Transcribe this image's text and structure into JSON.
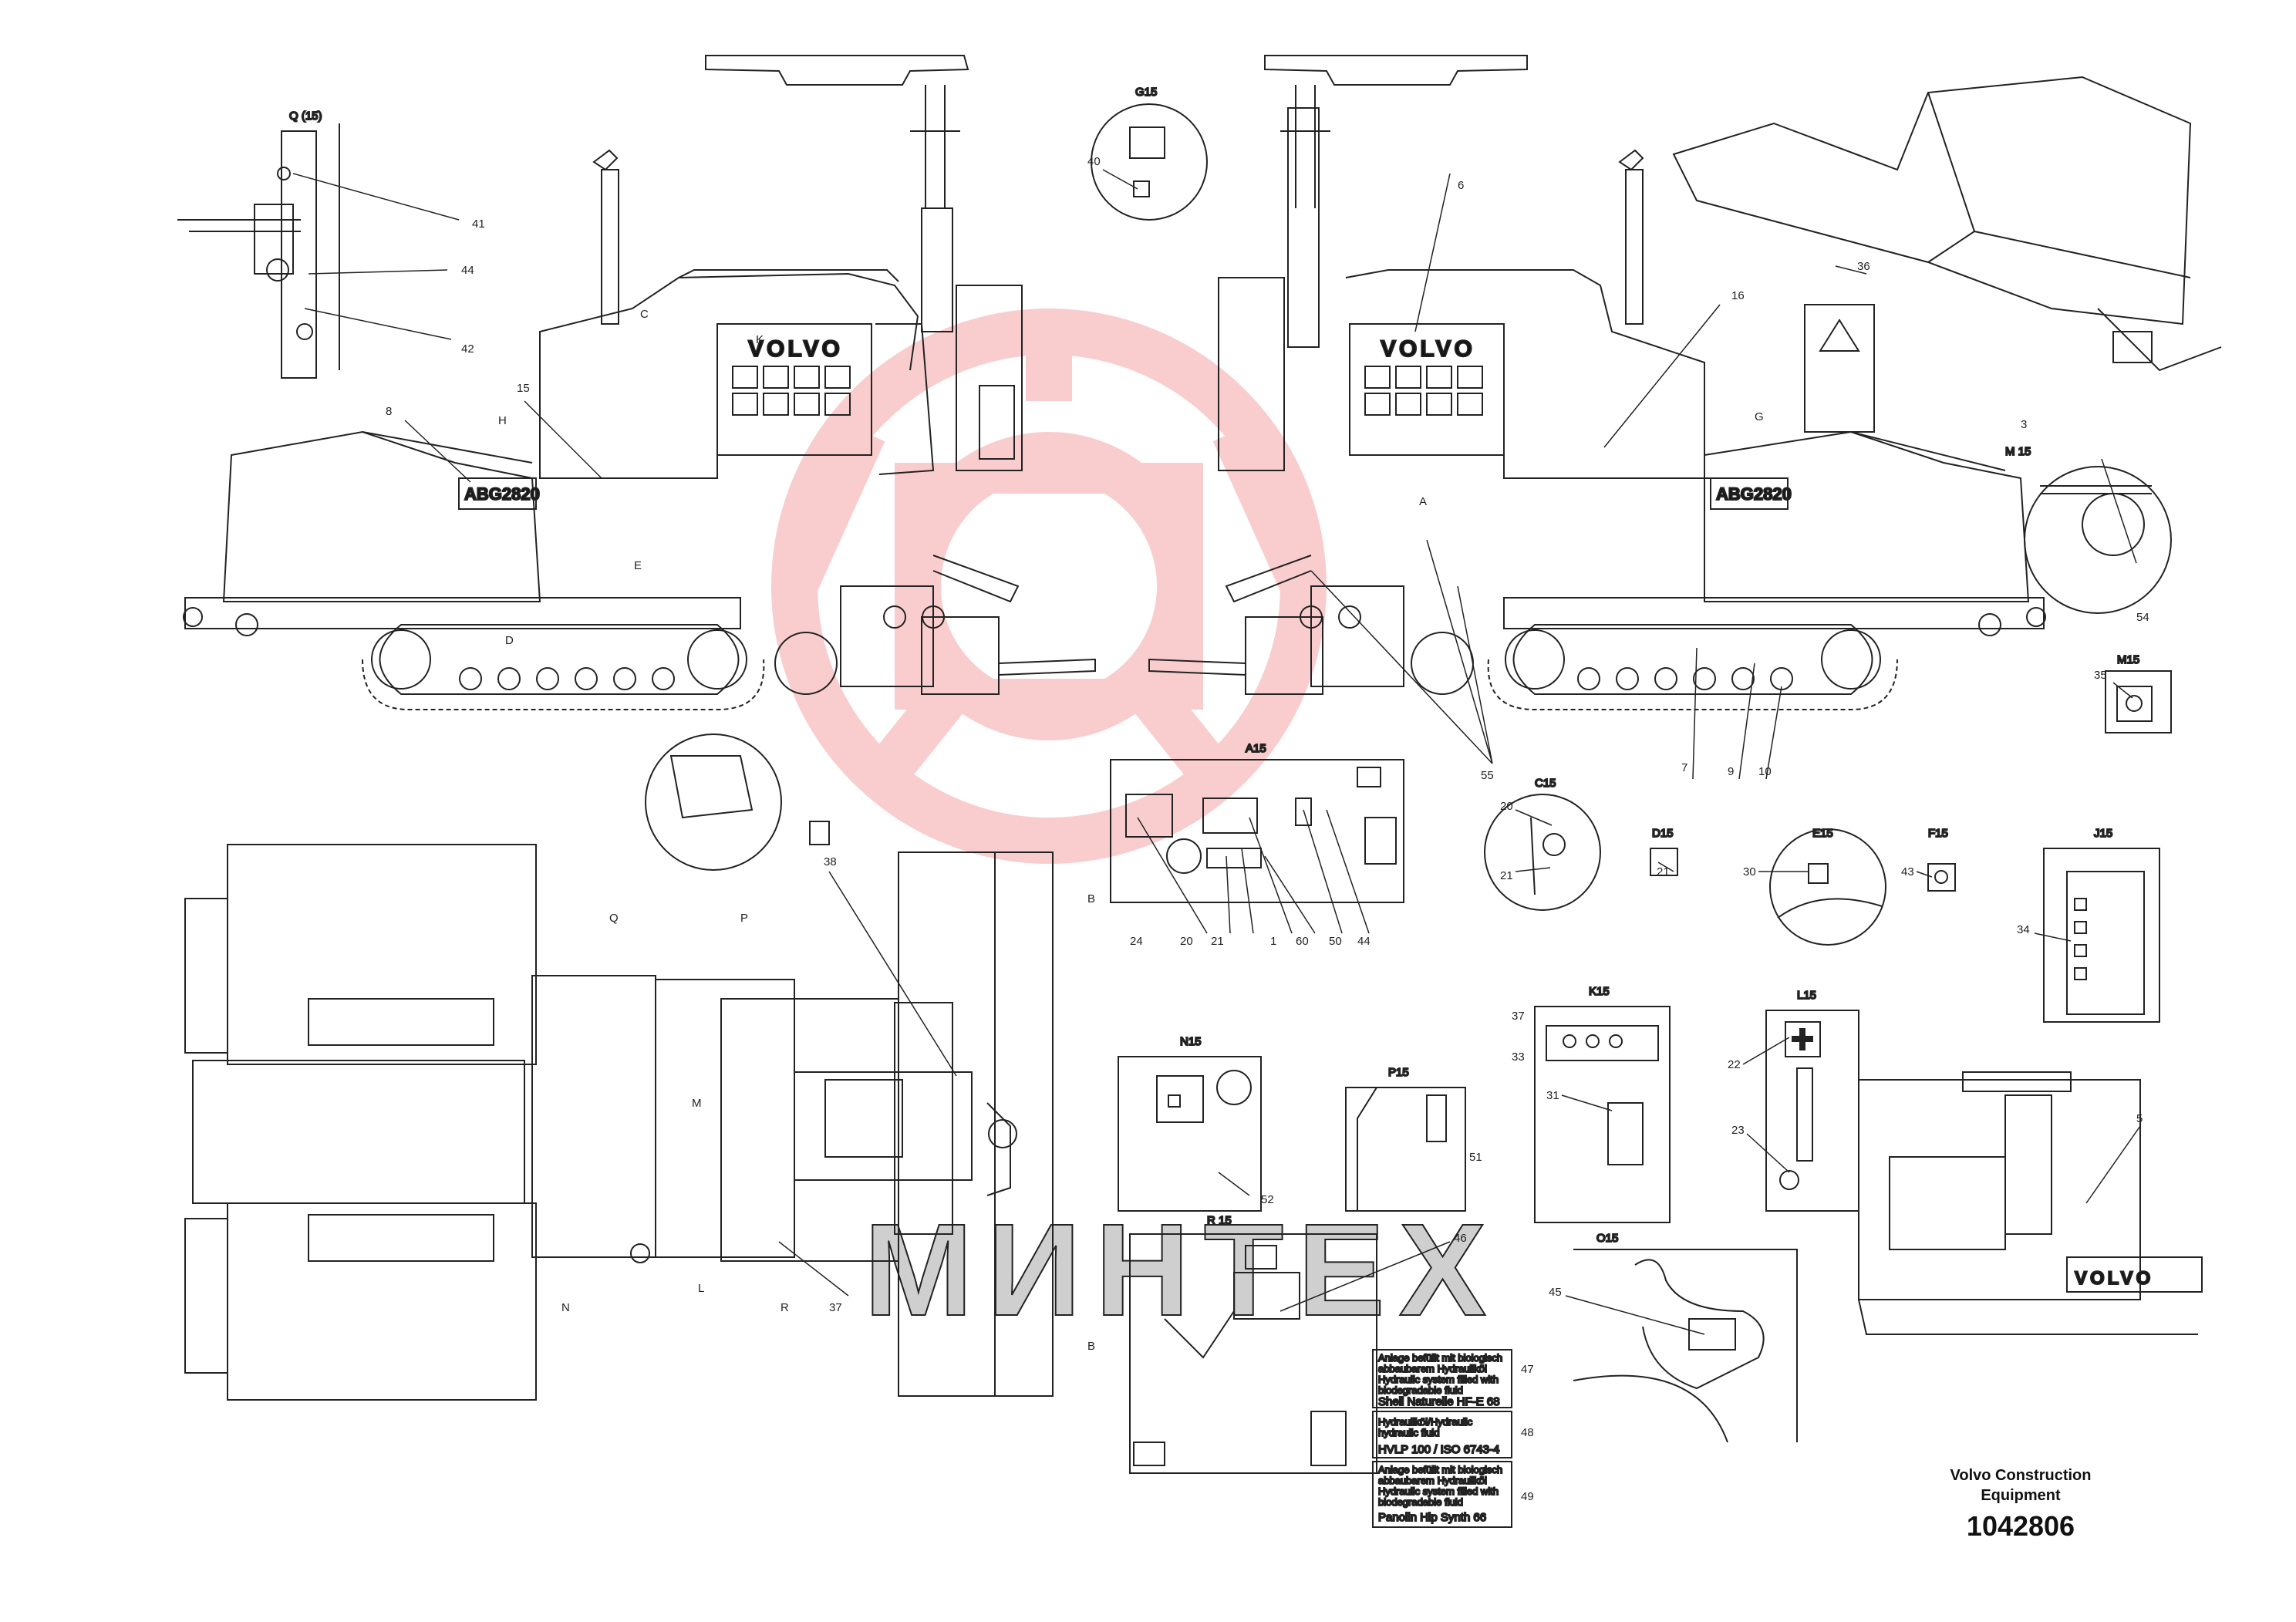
{
  "sheet": {
    "company": "Volvo Construction\nEquipment",
    "drawing_number": "1042806",
    "watermark": "МИНТЕХ",
    "watermark_color": "#f08080",
    "line_color": "#222222"
  },
  "views": {
    "left_machine": {
      "brand": "VOLVO",
      "model": "ABG2820"
    },
    "right_machine": {
      "brand": "VOLVO",
      "model": "ABG2820"
    },
    "detail_s15": {
      "brand": "VOLVO"
    }
  },
  "section_labels": {
    "q15": "Q (15)",
    "g15": "G15",
    "m15": "M 15",
    "m15b": "M15",
    "a15": "A15",
    "c15": "C15",
    "d15": "D15",
    "e15": "E15",
    "f15": "F15",
    "j15": "J15",
    "k15": "K15",
    "l15": "L15",
    "n15": "N15",
    "p15": "P15",
    "o15": "O15",
    "r15": "R 15"
  },
  "view_markers": {
    "C": "C",
    "H": "H",
    "K": "K",
    "E": "E",
    "D": "D",
    "A": "A",
    "G": "G",
    "Q": "Q",
    "P": "P",
    "B": "B",
    "N": "N",
    "L": "L",
    "R": "R",
    "M": "M"
  },
  "callouts": {
    "c41": "41",
    "c44": "44",
    "c42": "42",
    "c8": "8",
    "c15": "15",
    "c40": "40",
    "c6": "6",
    "c16": "16",
    "c36": "36",
    "c3": "3",
    "c54": "54",
    "c35": "35",
    "c7": "7",
    "c9": "9",
    "c10": "10",
    "c55": "55",
    "c38": "38",
    "c24": "24",
    "c20": "20",
    "c21": "21",
    "c1": "1",
    "c60": "60",
    "c50": "50",
    "c44b": "44",
    "c20b": "20",
    "c21b": "21",
    "c21c": "21",
    "c30": "30",
    "c43": "43",
    "c34": "34",
    "c37": "37",
    "c33": "33",
    "c31": "31",
    "c22": "22",
    "c23": "23",
    "c5": "5",
    "c52": "52",
    "c51": "51",
    "c46": "46",
    "c45": "45",
    "c47": "47",
    "c48": "48",
    "c49": "49",
    "c37b": "37"
  },
  "decal_texts": {
    "line1": "Anlage befüllt mit biologisch",
    "line2": "abbaubarem Hydrauliköl",
    "line3": "Hydraulic system filled with",
    "line4": "biodegradable fluid",
    "shell": "Shell Naturelle HF-E 68",
    "hydro": "Hydrauliköl/Hydraulic",
    "hydro2": "hydraulic fluid",
    "hvlp": "HVLP 100 / ISO 6743-4",
    "panolin1": "Anlage befüllt mit biologisch",
    "panolin2": "abbaubarem Hydrauliköl",
    "panolin3": "Hydraulic system filled with",
    "panolin4": "biodegradable fluid",
    "panolin": "Panolin Hlp Synth 66"
  }
}
